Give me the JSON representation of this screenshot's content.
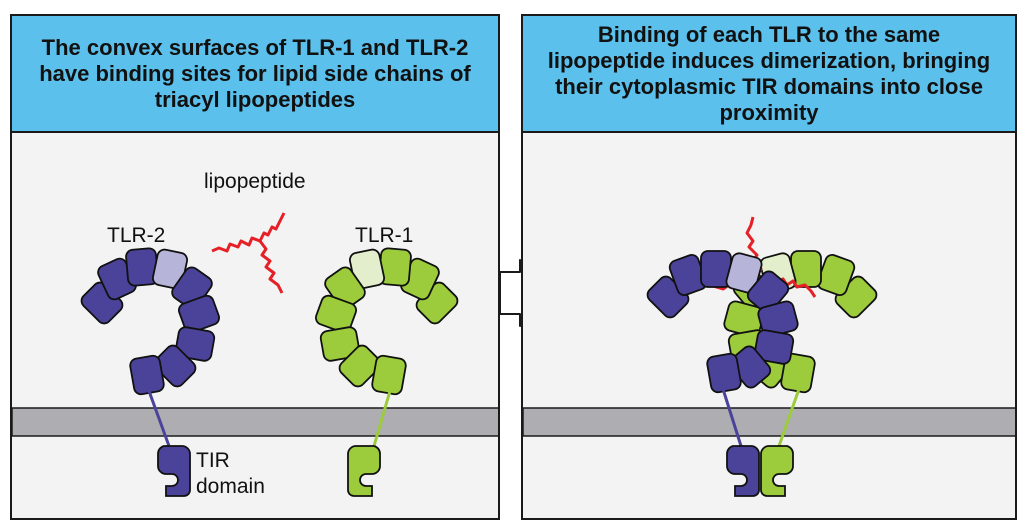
{
  "left_panel": {
    "heading": "The convex surfaces of TLR-1 and TLR-2 have binding sites for lipid side chains of triacyl lipopeptides",
    "labels": {
      "tlr2": "TLR-2",
      "tlr1": "TLR-1",
      "lipopeptide": "lipopeptide",
      "tir_line1": "TIR",
      "tir_line2": "domain"
    }
  },
  "right_panel": {
    "heading": "Binding of each TLR to the same lipopeptide induces dimerization, bringing their cytoplasmic TIR domains into close proximity"
  },
  "colors": {
    "header_bg": "#5bc1ec",
    "tlr2_purple": "#4b4399",
    "tlr2_light": "#b7b4da",
    "tlr1_green": "#9ccb3b",
    "tlr1_light": "#e3efcc",
    "lipopeptide_red": "#e52027",
    "membrane_gray": "#aeaeb2"
  }
}
